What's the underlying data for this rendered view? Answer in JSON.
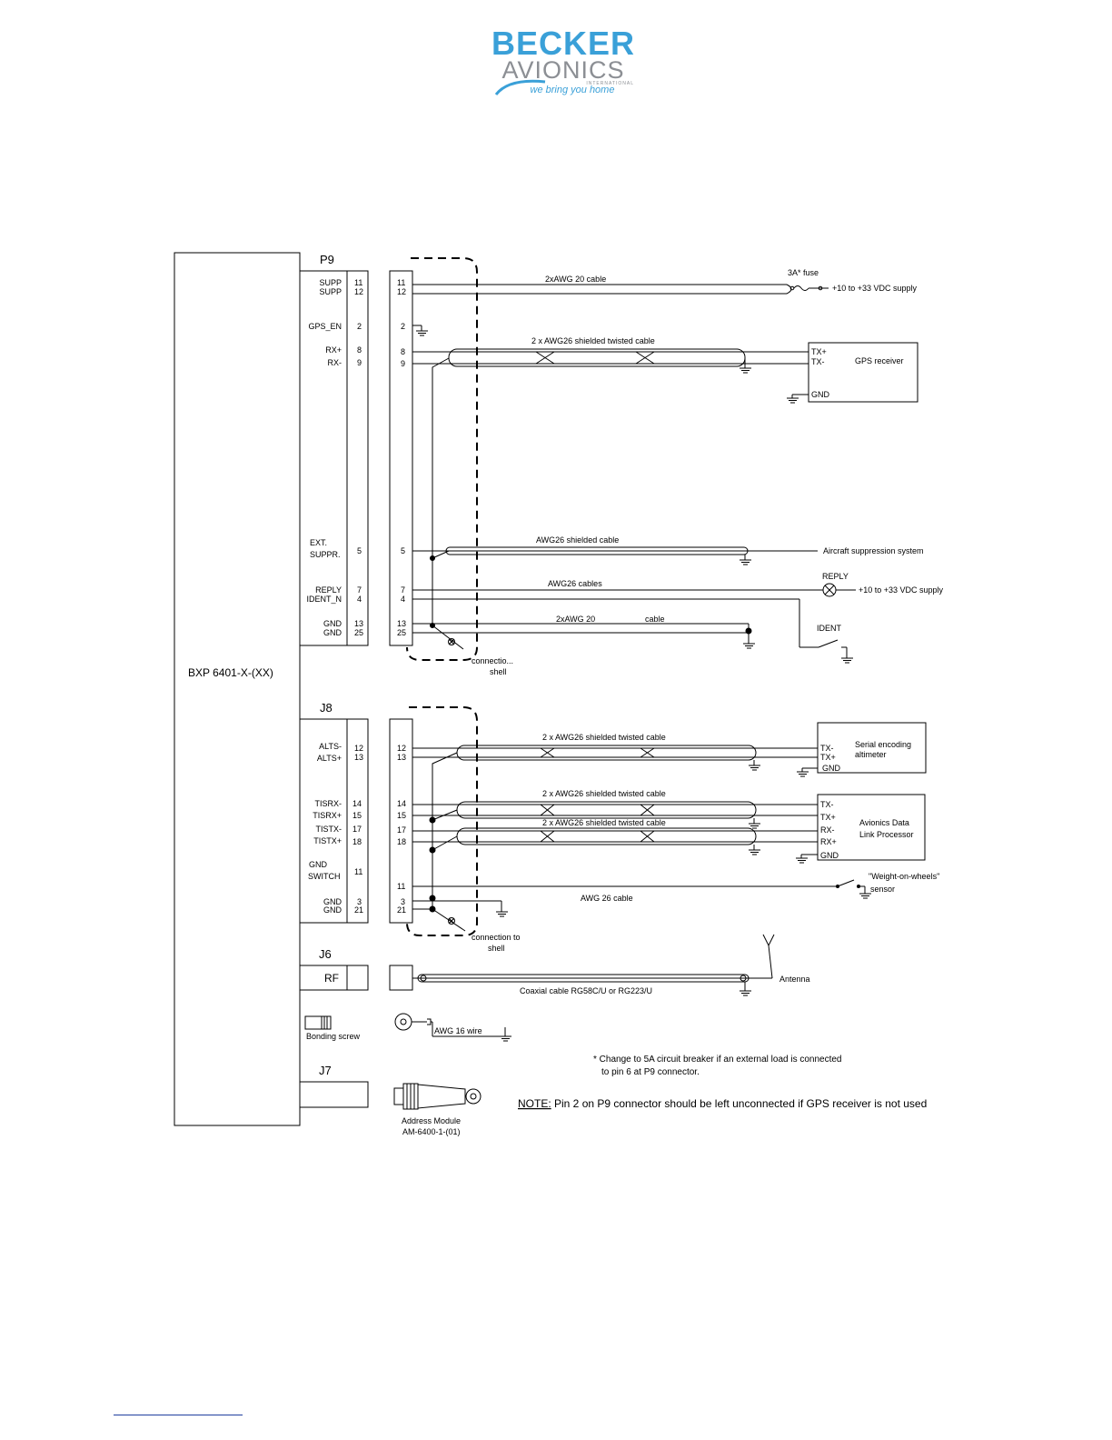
{
  "logo": {
    "line1": "BECKER",
    "line2": "AVIONICS",
    "line3": "INTERNATIONAL",
    "tagline": "we bring you home",
    "colors": {
      "blue": "#3aa0d8",
      "grey": "#8c8f94"
    }
  },
  "unit": {
    "name": "BXP 6401-X-(XX)"
  },
  "p9": {
    "name": "P9",
    "pins": {
      "supp1": "SUPP",
      "supp2": "SUPP",
      "gps_en": "GPS_EN",
      "rxp": "RX+",
      "rxm": "RX-",
      "ext": "EXT.",
      "suppr": "SUPPR.",
      "reply": "REPLY",
      "ident_n": "IDENT_N",
      "gnd1": "GND",
      "gnd2": "GND"
    },
    "nums": {
      "n11": "11",
      "n12": "12",
      "n2": "2",
      "n8": "8",
      "n9": "9",
      "n5": "5",
      "n7": "7",
      "n4": "4",
      "n13": "13",
      "n25": "25"
    },
    "cables": {
      "supply": "2xAWG 20 cable",
      "gps": "2 x AWG26 shielded twisted cable",
      "supp": "AWG26 shielded cable",
      "reply": "AWG26 cables",
      "gnd": "2xAWG 20",
      "gnd_b": "cable"
    },
    "fuse": "3A* fuse",
    "supply1": "+10 to +33 VDC supply",
    "gps_rx": {
      "tx_plus": "TX+",
      "tx_minus": "TX-",
      "title": "GPS receiver",
      "gnd": "GND"
    },
    "aircraft_supp": "Aircraft suppression system",
    "reply_lamp": "REPLY",
    "supply2": "+10 to +33 VDC supply",
    "ident": "IDENT",
    "shell1": "connectio...",
    "shell2": "shell"
  },
  "j8": {
    "name": "J8",
    "pins": {
      "alts_m": "ALTS-",
      "alts_p": "ALTS+",
      "tisrx_m": "TISRX-",
      "tisrx_p": "TISRX+",
      "tistx_m": "TISTX-",
      "tistx_p": "TISTX+",
      "gnd_l1": "GND",
      "gnd_l2": "SWITCH",
      "gnd1": "GND",
      "gnd2": "GND"
    },
    "nums": {
      "n12": "12",
      "n13": "13",
      "n14": "14",
      "n15": "15",
      "n17": "17",
      "n18": "18",
      "n11": "11",
      "n3": "3",
      "n21": "21"
    },
    "cables": {
      "alt": "2 x AWG26 shielded twisted cable",
      "tis1": "2 x AWG26 shielded twisted cable",
      "tis2": "2 x AWG26 shielded twisted cable",
      "wow": "AWG 26 cable"
    },
    "alt_box": {
      "txm": "TX-",
      "txp": "TX+",
      "gnd": "GND",
      "title1": "Serial encoding",
      "title2": "altimeter"
    },
    "adlp_box": {
      "txm": "TX-",
      "txp": "TX+",
      "rxm": "RX-",
      "rxp": "RX+",
      "gnd": "GND",
      "title1": "Avionics Data",
      "title2": "Link Processor"
    },
    "wow1": "\"Weight-on-wheels\"",
    "wow2": "sensor",
    "shell1": "connection to",
    "shell2": "shell"
  },
  "j6": {
    "name": "J6",
    "rf": "RF",
    "coax": "Coaxial cable RG58C/U or RG223/U",
    "antenna": "Antenna"
  },
  "bonding": {
    "label": "Bonding screw",
    "wire": "AWG 16  wire"
  },
  "j7": {
    "name": "J7",
    "module1": "Address Module",
    "module2": "AM-6400-1-(01)"
  },
  "footnote": {
    "line1": "* Change to 5A circuit breaker if an external load is connected",
    "line2": "to pin 6 at P9 connector."
  },
  "note": {
    "label": "NOTE:",
    "text": " Pin 2 on P9 connector should be left unconnected if GPS receiver is not used"
  }
}
